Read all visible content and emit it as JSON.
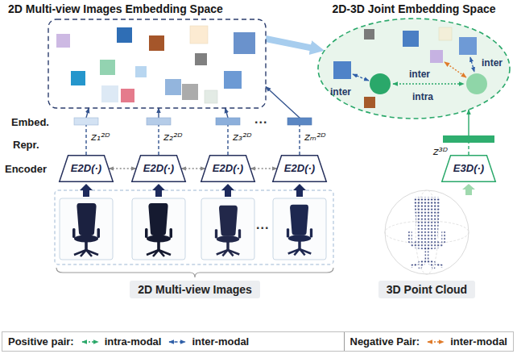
{
  "diagram": {
    "nodes": [
      {
        "text": [
          "2D Multi-view Images Embedding Space"
        ]
      },
      {
        "text": [
          "2D-3D Joint Embedding Space"
        ]
      },
      {
        "text": [
          "E2D(·)"
        ]
      },
      {
        "text": [
          "E2D(·)"
        ]
      },
      {
        "text": [
          "E2D(·)"
        ]
      },
      {
        "text": [
          "E2D(·)"
        ]
      },
      {
        "text": [
          "E3D(·)"
        ]
      },
      {
        "text": [
          "2D Multi-view Images"
        ]
      },
      {
        "text": [
          "3D Point Cloud"
        ]
      }
    ],
    "edges": [
      {
        "from": 0,
        "to": 1,
        "arrow": "to"
      },
      {
        "from": 2,
        "to": 0,
        "label": "z₁²ᴰ",
        "arrow": "to"
      },
      {
        "from": 3,
        "to": 0,
        "label": "z₂²ᴰ",
        "arrow": "to"
      },
      {
        "from": 4,
        "to": 0,
        "label": "z₃²ᴰ",
        "arrow": "to"
      },
      {
        "from": 5,
        "to": 0,
        "label": "zₘ²ᴰ",
        "arrow": "to"
      },
      {
        "from": 6,
        "to": 1,
        "label": "z³ᴰ",
        "arrow": "to"
      },
      {
        "from": 2,
        "to": 3,
        "arrow": "both"
      },
      {
        "from": 3,
        "to": 4,
        "arrow": "both"
      },
      {
        "from": 4,
        "to": 5,
        "arrow": "both"
      }
    ],
    "labels": [
      "inter",
      "inter",
      "intra",
      "inter",
      "Embed.",
      "Repr.",
      "Encoder",
      "...",
      "...",
      "Positive pair:",
      "Negative Pair:"
    ],
    "legend": [
      {
        "text": "intra-modal"
      },
      {
        "text": "inter-modal"
      },
      {
        "text": "inter-modal"
      }
    ]
  }
}
